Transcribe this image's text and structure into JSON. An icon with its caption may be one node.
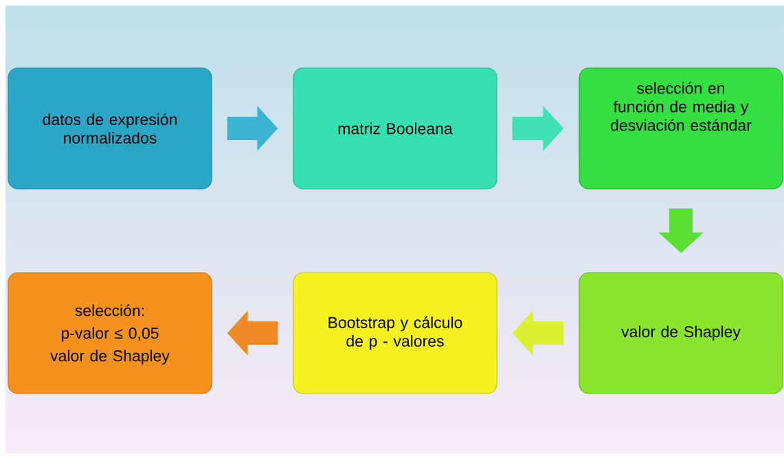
{
  "diagram": {
    "nodes": [
      {
        "text": [
          "datos de expresión normalizados"
        ]
      },
      {
        "text": [
          "matriz Booleana"
        ]
      },
      {
        "text": [
          "selección en función de media y desviación estándar"
        ]
      },
      {
        "text": [
          "valor de Shapley"
        ]
      },
      {
        "text": [
          "Bootstrap y cálculo de p - valores"
        ]
      },
      {
        "text": [
          "selección:",
          "p-valor  ≤ 0,05",
          "valor de Shapley"
        ]
      }
    ],
    "edges": [
      {
        "from": 0,
        "to": 1,
        "arrow": "to",
        "color": "#3ab4d2"
      },
      {
        "from": 1,
        "to": 2,
        "arrow": "to",
        "color": "#3fe0b4"
      },
      {
        "from": 2,
        "to": 3,
        "arrow": "to",
        "color": "#5ae032"
      },
      {
        "from": 3,
        "to": 4,
        "arrow": "to",
        "color": "#dcf032"
      },
      {
        "from": 4,
        "to": 5,
        "arrow": "to",
        "color": "#f08a24"
      }
    ]
  }
}
